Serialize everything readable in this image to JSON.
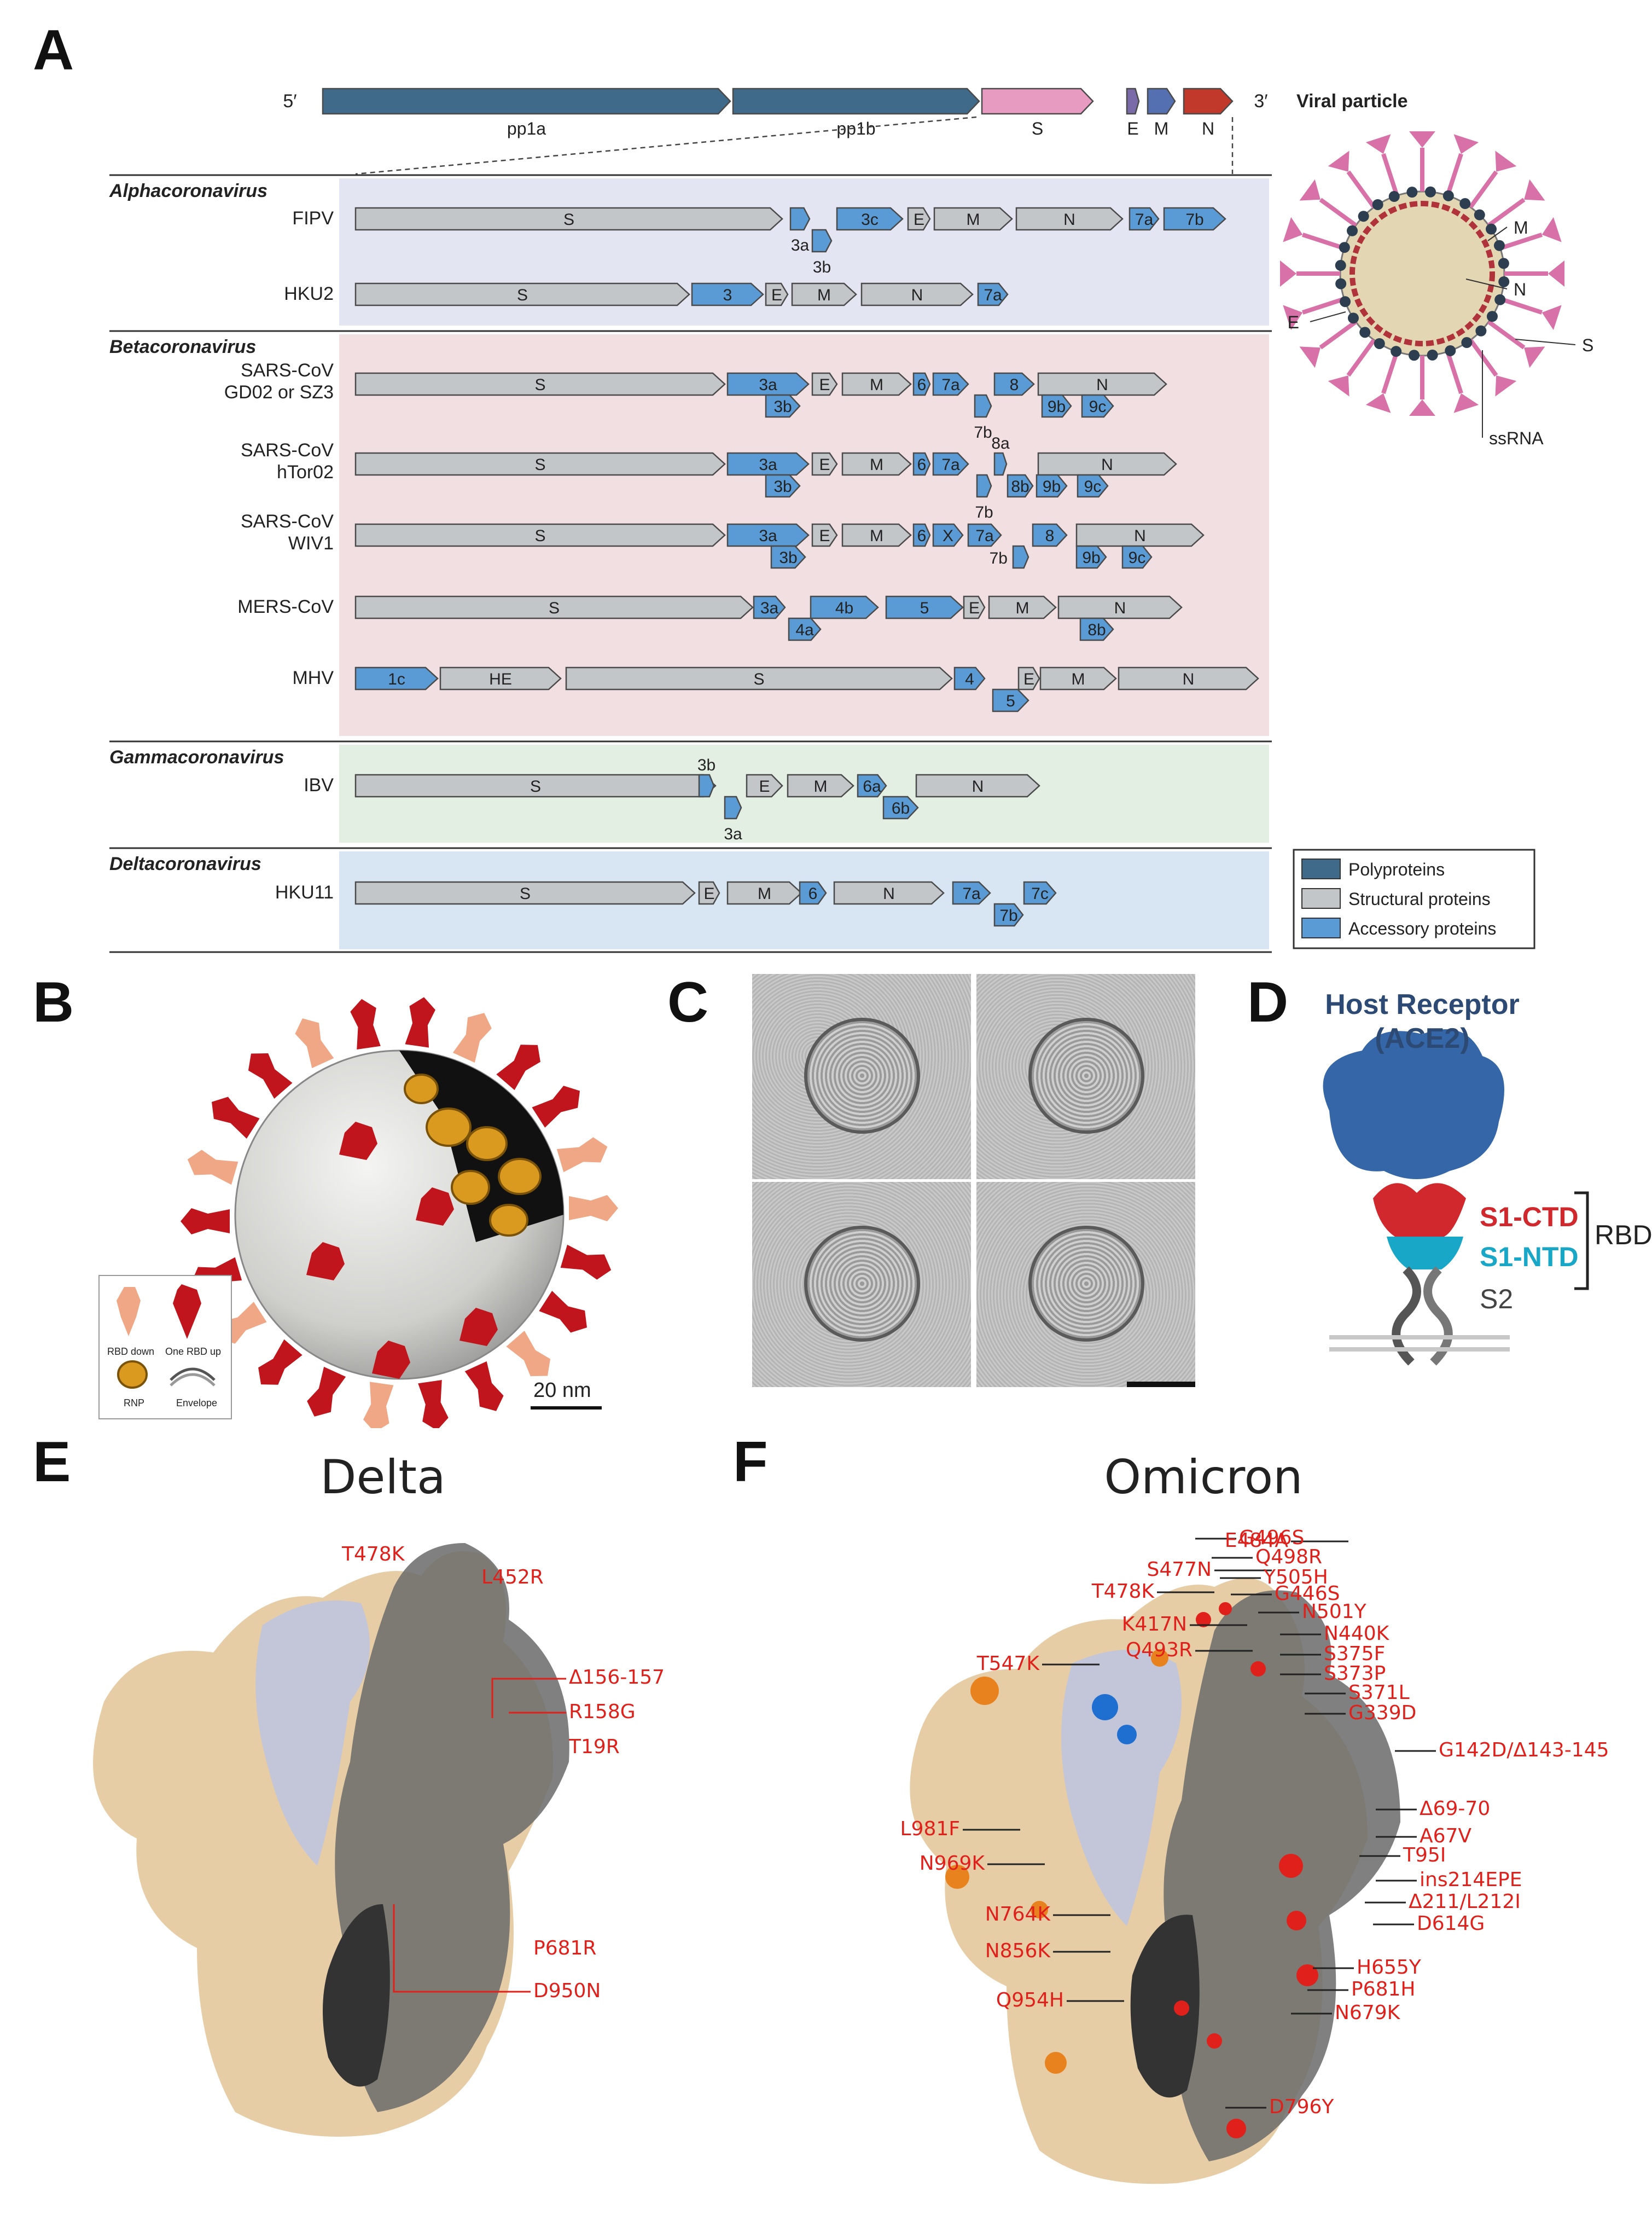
{
  "panels": {
    "A": "A",
    "B": "B",
    "C": "C",
    "D": "D",
    "E": "E",
    "F": "F"
  },
  "colors": {
    "polyprotein": "#3f6a8a",
    "structural": "#c2c6c9",
    "accessory": "#5b9bd5",
    "spike": "#e79bc0",
    "envelope_gene": "#7b6aa8",
    "membrane_gene": "#5570b0",
    "nucleocapsid_gene": "#c0392b",
    "alpha_bg": "#e4e5f2",
    "beta_bg": "#f2dfe2",
    "gamma_bg": "#e3efe3",
    "delta_bg": "#d8e5f2",
    "mutation_red": "#e0201a"
  },
  "genome": {
    "five_prime": "5′",
    "three_prime": "3′",
    "genes": [
      {
        "label": "pp1a",
        "kind": "polyprotein"
      },
      {
        "label": "pp1b",
        "kind": "polyprotein"
      },
      {
        "label": "S",
        "kind": "spike"
      },
      {
        "label": "E",
        "kind": "envelope_gene"
      },
      {
        "label": "M",
        "kind": "membrane_gene"
      },
      {
        "label": "N",
        "kind": "nucleocapsid_gene"
      }
    ]
  },
  "genera": [
    {
      "name": "Alphacoronavirus",
      "viruses": [
        {
          "name": [
            "FIPV"
          ],
          "genes": [
            {
              "t": "S",
              "k": "s"
            },
            {
              "t": "3a",
              "k": "a",
              "lab": "below"
            },
            {
              "t": "3b",
              "k": "a",
              "lab": "below"
            },
            {
              "t": "3c",
              "k": "a"
            },
            {
              "t": "E",
              "k": "s"
            },
            {
              "t": "M",
              "k": "s"
            },
            {
              "t": "N",
              "k": "s"
            },
            {
              "t": "7a",
              "k": "a"
            },
            {
              "t": "7b",
              "k": "a"
            }
          ]
        },
        {
          "name": [
            "HKU2"
          ],
          "genes": [
            {
              "t": "S",
              "k": "s"
            },
            {
              "t": "3",
              "k": "a"
            },
            {
              "t": "E",
              "k": "s"
            },
            {
              "t": "M",
              "k": "s"
            },
            {
              "t": "N",
              "k": "s"
            },
            {
              "t": "7a",
              "k": "a"
            }
          ]
        }
      ]
    },
    {
      "name": "Betacoronavirus",
      "viruses": [
        {
          "name": [
            "SARS-CoV",
            "GD02 or SZ3"
          ],
          "genes": [
            {
              "t": "S",
              "k": "s"
            },
            {
              "t": "3a",
              "k": "a"
            },
            {
              "t": "3b",
              "k": "a"
            },
            {
              "t": "E",
              "k": "s"
            },
            {
              "t": "M",
              "k": "s"
            },
            {
              "t": "6",
              "k": "a"
            },
            {
              "t": "7a",
              "k": "a"
            },
            {
              "t": "7b",
              "k": "a",
              "lab": "below"
            },
            {
              "t": "8",
              "k": "a"
            },
            {
              "t": "N",
              "k": "s"
            },
            {
              "t": "9b",
              "k": "a"
            },
            {
              "t": "9c",
              "k": "a"
            }
          ]
        },
        {
          "name": [
            "SARS-CoV",
            "hTor02"
          ],
          "genes": [
            {
              "t": "S",
              "k": "s"
            },
            {
              "t": "3a",
              "k": "a"
            },
            {
              "t": "3b",
              "k": "a"
            },
            {
              "t": "E",
              "k": "s"
            },
            {
              "t": "M",
              "k": "s"
            },
            {
              "t": "6",
              "k": "a"
            },
            {
              "t": "7a",
              "k": "a"
            },
            {
              "t": "7b",
              "k": "a",
              "lab": "below"
            },
            {
              "t": "8a",
              "k": "a",
              "lab": "above"
            },
            {
              "t": "8b",
              "k": "a"
            },
            {
              "t": "N",
              "k": "s"
            },
            {
              "t": "9b",
              "k": "a"
            },
            {
              "t": "9c",
              "k": "a"
            }
          ]
        },
        {
          "name": [
            "SARS-CoV",
            "WIV1"
          ],
          "genes": [
            {
              "t": "S",
              "k": "s"
            },
            {
              "t": "3a",
              "k": "a"
            },
            {
              "t": "3b",
              "k": "a"
            },
            {
              "t": "E",
              "k": "s"
            },
            {
              "t": "M",
              "k": "s"
            },
            {
              "t": "6",
              "k": "a"
            },
            {
              "t": "X",
              "k": "a"
            },
            {
              "t": "7a",
              "k": "a"
            },
            {
              "t": "7b",
              "k": "a",
              "lab": "left"
            },
            {
              "t": "8",
              "k": "a"
            },
            {
              "t": "N",
              "k": "s"
            },
            {
              "t": "9b",
              "k": "a"
            },
            {
              "t": "9c",
              "k": "a"
            }
          ]
        },
        {
          "name": [
            "MERS-CoV"
          ],
          "genes": [
            {
              "t": "S",
              "k": "s"
            },
            {
              "t": "3a",
              "k": "a"
            },
            {
              "t": "4a",
              "k": "a"
            },
            {
              "t": "4b",
              "k": "a"
            },
            {
              "t": "5",
              "k": "a"
            },
            {
              "t": "E",
              "k": "s"
            },
            {
              "t": "M",
              "k": "s"
            },
            {
              "t": "N",
              "k": "s"
            },
            {
              "t": "8b",
              "k": "a"
            }
          ]
        },
        {
          "name": [
            "MHV"
          ],
          "genes": [
            {
              "t": "1c",
              "k": "a"
            },
            {
              "t": "HE",
              "k": "s"
            },
            {
              "t": "S",
              "k": "s"
            },
            {
              "t": "4",
              "k": "a"
            },
            {
              "t": "5",
              "k": "a"
            },
            {
              "t": "E",
              "k": "s"
            },
            {
              "t": "M",
              "k": "s"
            },
            {
              "t": "N",
              "k": "s"
            }
          ]
        }
      ]
    },
    {
      "name": "Gammacoronavirus",
      "viruses": [
        {
          "name": [
            "IBV"
          ],
          "genes": [
            {
              "t": "S",
              "k": "s"
            },
            {
              "t": "3a",
              "k": "a",
              "lab": "below"
            },
            {
              "t": "3b",
              "k": "a",
              "lab": "above"
            },
            {
              "t": "E",
              "k": "s"
            },
            {
              "t": "M",
              "k": "s"
            },
            {
              "t": "6a",
              "k": "a"
            },
            {
              "t": "6b",
              "k": "a"
            },
            {
              "t": "N",
              "k": "s"
            }
          ]
        }
      ]
    },
    {
      "name": "Deltacoronavirus",
      "viruses": [
        {
          "name": [
            "HKU11"
          ],
          "genes": [
            {
              "t": "S",
              "k": "s"
            },
            {
              "t": "E",
              "k": "s"
            },
            {
              "t": "M",
              "k": "s"
            },
            {
              "t": "6",
              "k": "a"
            },
            {
              "t": "N",
              "k": "s"
            },
            {
              "t": "7a",
              "k": "a"
            },
            {
              "t": "7b",
              "k": "a"
            },
            {
              "t": "7c",
              "k": "a"
            }
          ]
        }
      ]
    }
  ],
  "viral_particle": {
    "title": "Viral particle",
    "labels": {
      "M": "M",
      "N": "N",
      "E": "E",
      "S": "S",
      "ssRNA": "ssRNA"
    }
  },
  "legend_A": [
    {
      "label": "Polyproteins",
      "color_key": "polyprotein"
    },
    {
      "label": "Structural proteins",
      "color_key": "structural"
    },
    {
      "label": "Accessory proteins",
      "color_key": "accessory"
    }
  ],
  "panel_B": {
    "legend": [
      "RBD down",
      "One RBD up",
      "RNP",
      "Envelope"
    ],
    "scale_bar": "20 nm"
  },
  "panel_D": {
    "receptor": [
      "Host Receptor",
      "(ACE2)"
    ],
    "s1_ctd": "S1-CTD",
    "s1_ntd": "S1-NTD",
    "s2": "S2",
    "rbd": "RBD"
  },
  "panel_E": {
    "title": "Delta",
    "mutations": [
      "T478K",
      "L452R",
      "Δ156-157",
      "R158G",
      "T19R",
      "P681R",
      "D950N"
    ]
  },
  "panel_F": {
    "title": "Omicron",
    "mutations_left": [
      "E484A",
      "S477N",
      "T478K",
      "K417N",
      "Q493R",
      "T547K",
      "L981F",
      "N969K",
      "N764K",
      "N856K",
      "Q954H"
    ],
    "mutations_right": [
      "G496S",
      "Q498R",
      "Y505H",
      "G446S",
      "N501Y",
      "N440K",
      "S375F",
      "S373P",
      "S371L",
      "G339D",
      "G142D/Δ143-145",
      "Δ69-70",
      "A67V",
      "T95I",
      "ins214EPE",
      "Δ211/L212I",
      "D614G",
      "H655Y",
      "P681H",
      "N679K",
      "D796Y"
    ]
  }
}
